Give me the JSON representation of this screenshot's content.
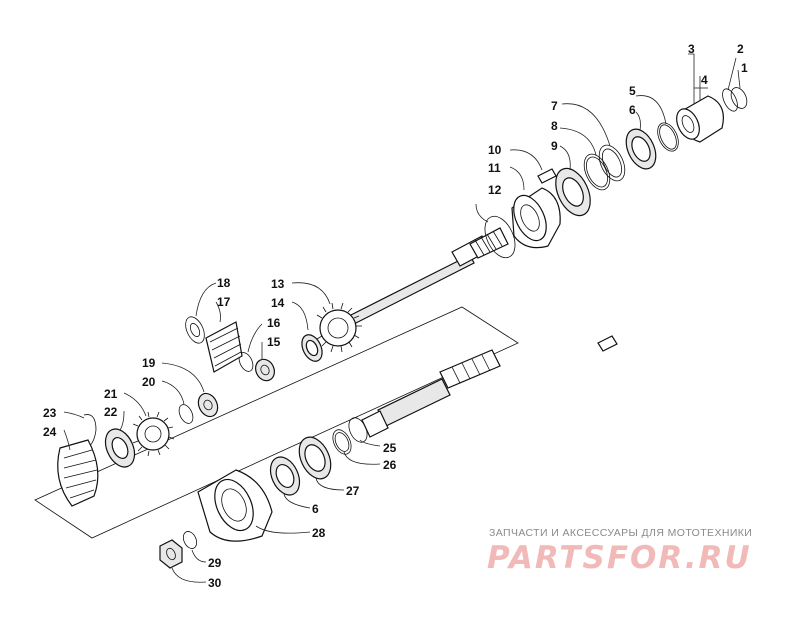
{
  "diagram": {
    "callouts": [
      "1",
      "2",
      "3",
      "4",
      "5",
      "6",
      "7",
      "8",
      "9",
      "10",
      "11",
      "12",
      "13",
      "14",
      "15",
      "16",
      "17",
      "18",
      "19",
      "20",
      "21",
      "22",
      "23",
      "24",
      "25",
      "26",
      "27",
      "28",
      "29",
      "30",
      "6"
    ]
  },
  "watermark": {
    "tagline": "ЗАПЧАСТИ И АКСЕССУАРЫ ДЛЯ МОТОТЕХНИКИ",
    "logo": "PARTSFOR.RU"
  }
}
